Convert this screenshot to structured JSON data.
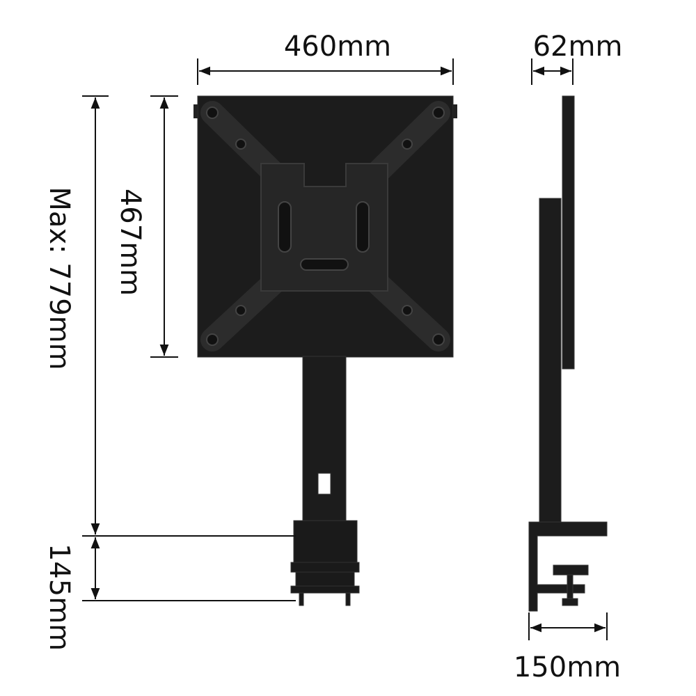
{
  "dimensions": {
    "width": "460mm",
    "depth": "62mm",
    "max_height": "Max: 779mm",
    "plate_height": "467mm",
    "clamp_height": "145mm",
    "clamp_opening": "150mm"
  },
  "colors": {
    "product": "#1c1c1c",
    "line": "#111111",
    "background": "#ffffff"
  }
}
